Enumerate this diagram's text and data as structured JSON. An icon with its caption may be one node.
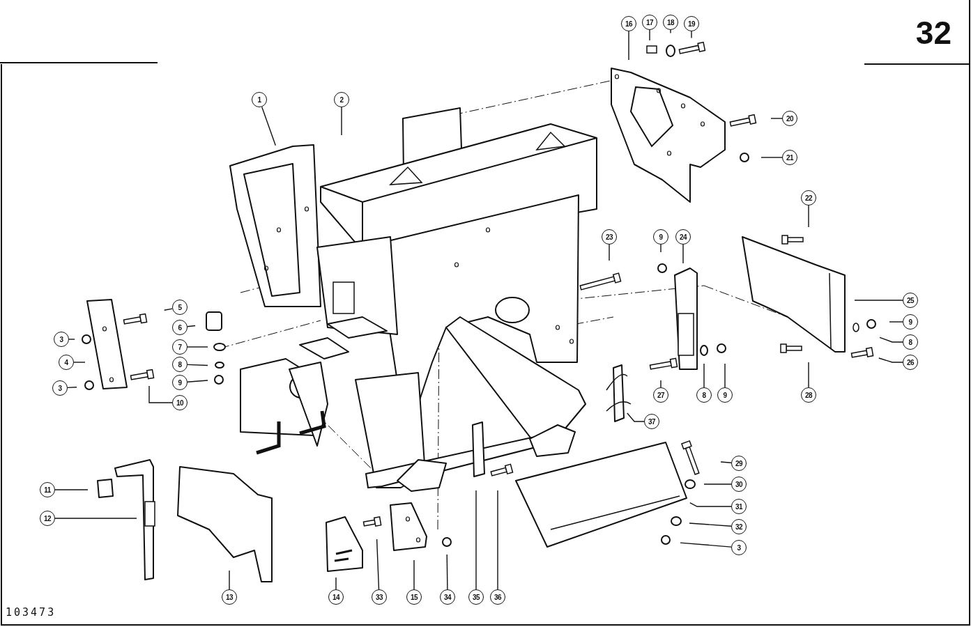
{
  "diagram": {
    "nodes": [
      {
        "text": [
          "16"
        ]
      },
      {
        "text": [
          "17"
        ]
      },
      {
        "text": [
          "18"
        ]
      },
      {
        "text": [
          "19"
        ]
      },
      {
        "text": [
          "1"
        ]
      },
      {
        "text": [
          "2"
        ]
      },
      {
        "text": [
          "20"
        ]
      },
      {
        "text": [
          "21"
        ]
      },
      {
        "text": [
          "22"
        ]
      },
      {
        "text": [
          "23"
        ]
      },
      {
        "text": [
          "9"
        ]
      },
      {
        "text": [
          "24"
        ]
      },
      {
        "text": [
          "25"
        ]
      },
      {
        "text": [
          "5"
        ]
      },
      {
        "text": [
          "9"
        ]
      },
      {
        "text": [
          "6"
        ]
      },
      {
        "text": [
          "3"
        ]
      },
      {
        "text": [
          "8"
        ]
      },
      {
        "text": [
          "7"
        ]
      },
      {
        "text": [
          "4"
        ]
      },
      {
        "text": [
          "8"
        ]
      },
      {
        "text": [
          "26"
        ]
      },
      {
        "text": [
          "9"
        ]
      },
      {
        "text": [
          "3"
        ]
      },
      {
        "text": [
          "10"
        ]
      },
      {
        "text": [
          "27"
        ]
      },
      {
        "text": [
          "8"
        ]
      },
      {
        "text": [
          "9"
        ]
      },
      {
        "text": [
          "28"
        ]
      },
      {
        "text": [
          "37"
        ]
      },
      {
        "text": [
          "29"
        ]
      },
      {
        "text": [
          "30"
        ]
      },
      {
        "text": [
          "11"
        ]
      },
      {
        "text": [
          "31"
        ]
      },
      {
        "text": [
          "12"
        ]
      },
      {
        "text": [
          "32"
        ]
      },
      {
        "text": [
          "3"
        ]
      },
      {
        "text": [
          "13"
        ]
      },
      {
        "text": [
          "14"
        ]
      },
      {
        "text": [
          "33"
        ]
      },
      {
        "text": [
          "15"
        ]
      },
      {
        "text": [
          "34"
        ]
      },
      {
        "text": [
          "35"
        ]
      },
      {
        "text": [
          "36"
        ]
      }
    ],
    "edges": [
      {
        "from": 0,
        "to": null,
        "arrow": "none"
      },
      {
        "from": 1,
        "to": null,
        "arrow": "none"
      },
      {
        "from": 2,
        "to": null,
        "arrow": "none"
      },
      {
        "from": 3,
        "to": null,
        "arrow": "none"
      },
      {
        "from": 4,
        "to": null,
        "arrow": "none"
      },
      {
        "from": 5,
        "to": null,
        "arrow": "none"
      },
      {
        "from": 6,
        "to": null,
        "arrow": "none"
      },
      {
        "from": 7,
        "to": null,
        "arrow": "none"
      },
      {
        "from": 8,
        "to": null,
        "arrow": "none"
      },
      {
        "from": 9,
        "to": null,
        "arrow": "none"
      },
      {
        "from": 10,
        "to": null,
        "arrow": "none"
      },
      {
        "from": 11,
        "to": null,
        "arrow": "none"
      },
      {
        "from": 12,
        "to": null,
        "arrow": "none"
      },
      {
        "from": 13,
        "to": null,
        "arrow": "none"
      },
      {
        "from": 14,
        "to": null,
        "arrow": "none"
      },
      {
        "from": 15,
        "to": null,
        "arrow": "none"
      },
      {
        "from": 16,
        "to": null,
        "arrow": "none"
      },
      {
        "from": 17,
        "to": null,
        "arrow": "none"
      },
      {
        "from": 18,
        "to": null,
        "arrow": "none"
      },
      {
        "from": 19,
        "to": null,
        "arrow": "none"
      },
      {
        "from": 20,
        "to": null,
        "arrow": "none"
      },
      {
        "from": 21,
        "to": null,
        "arrow": "none"
      },
      {
        "from": 22,
        "to": null,
        "arrow": "none"
      },
      {
        "from": 23,
        "to": null,
        "arrow": "none"
      },
      {
        "from": 24,
        "to": null,
        "arrow": "none"
      },
      {
        "from": 25,
        "to": null,
        "arrow": "none"
      },
      {
        "from": 26,
        "to": null,
        "arrow": "none"
      },
      {
        "from": 27,
        "to": null,
        "arrow": "none"
      },
      {
        "from": 28,
        "to": null,
        "arrow": "none"
      },
      {
        "from": 29,
        "to": null,
        "arrow": "none"
      },
      {
        "from": 30,
        "to": null,
        "arrow": "none"
      },
      {
        "from": 31,
        "to": null,
        "arrow": "none"
      },
      {
        "from": 32,
        "to": null,
        "arrow": "none"
      },
      {
        "from": 33,
        "to": null,
        "arrow": "none"
      },
      {
        "from": 34,
        "to": null,
        "arrow": "none"
      },
      {
        "from": 35,
        "to": null,
        "arrow": "none"
      },
      {
        "from": 36,
        "to": null,
        "arrow": "none"
      },
      {
        "from": 37,
        "to": null,
        "arrow": "none"
      },
      {
        "from": 38,
        "to": null,
        "arrow": "none"
      },
      {
        "from": 39,
        "to": null,
        "arrow": "none"
      },
      {
        "from": 40,
        "to": null,
        "arrow": "none"
      },
      {
        "from": 41,
        "to": null,
        "arrow": "none"
      },
      {
        "from": 42,
        "to": null,
        "arrow": "none"
      },
      {
        "from": 43,
        "to": null,
        "arrow": "none"
      }
    ],
    "labels": [
      "32",
      "103473"
    ]
  }
}
